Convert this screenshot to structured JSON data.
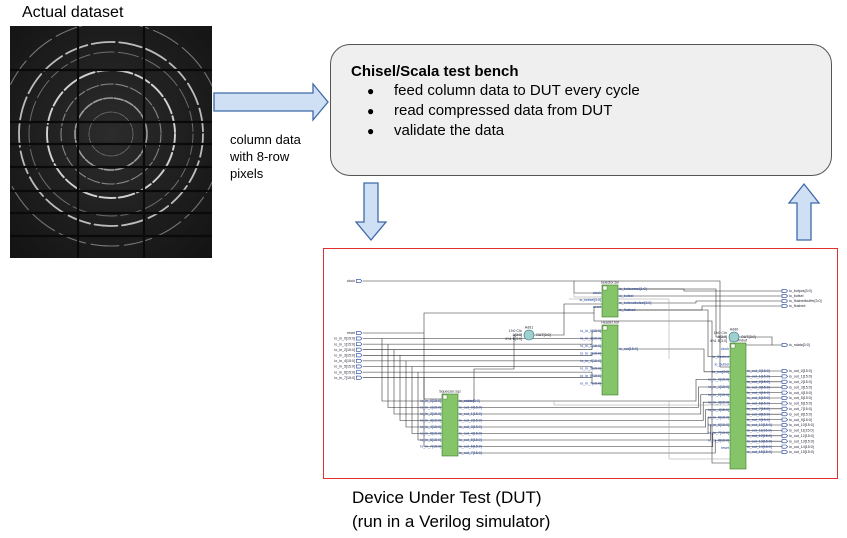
{
  "dataset": {
    "title": "Actual dataset"
  },
  "flow_label": [
    "column data",
    "with 8-row",
    "pixels"
  ],
  "test_bench": {
    "title": "Chisel/Scala test bench",
    "items": [
      "feed column data to DUT every cycle",
      "read compressed data from DUT",
      "validate the data"
    ]
  },
  "dut": {
    "caption": [
      "Device Under Test (DUT)",
      "(run in a Verilog simulator)"
    ]
  },
  "schematic": {
    "clock": "clock",
    "reset": "reset",
    "inputs": [
      "io_in_0[15:0]",
      "io_in_1[15:0]",
      "io_in_2[15:0]",
      "io_in_3[15:0]",
      "io_in_4[15:0]",
      "io_in_5[15:0]",
      "io_in_6[15:0]",
      "io_in_7[15:0]"
    ],
    "selector": {
      "name": "selector.sel",
      "ports_in": [
        "clock",
        "io_bufsel[3:0]",
        "reset"
      ],
      "ports_out": [
        "io_bufcurrsel[1:0]",
        "io_bufsel",
        "io_bufendbufsel[3:0]",
        "io_flushed"
      ]
    },
    "header": {
      "name": "Header.hdr",
      "ports_in": [
        "io_in_0[15:0]",
        "io_in_1[15:0]",
        "io_in_2[15:0]",
        "io_in_3[15:0]",
        "io_in_4[15:0]",
        "io_in_5[15:0]",
        "io_in_6[15:0]",
        "io_in_7[15:0]"
      ],
      "ports_out": [
        "io_out[15:0]"
      ]
    },
    "squeezer": {
      "name": "Squeezer.sqz",
      "ports_in": [
        "io_in_0[15:0]",
        "io_in_1[15:0]",
        "io_in_2[15:0]",
        "io_in_3[15:0]",
        "io_in_4[15:0]",
        "io_in_5[15:0]",
        "io_in_6[15:0]",
        "io_in_7[15:0]"
      ],
      "ports_out": [
        "io_ndata[3:0]",
        "io_out_0[15:0]",
        "io_out_1[15:0]",
        "io_out_2[15:0]",
        "io_out_3[15:0]",
        "io_out_4[15:0]",
        "io_out_5[15:0]",
        "io_out_6[15:0]",
        "io_out_7[15:0]"
      ]
    },
    "stbuf": {
      "name": "STBufinbuf",
      "ports_in": [
        "clock",
        "io_flushed",
        "io_bufsel",
        "io_len[3:0]",
        "io_in_0[15:0]",
        "io_in_1[15:0]",
        "io_in_2[15:0]",
        "io_in_3[15:0]",
        "io_in_4[15:0]",
        "io_in_5[15:0]",
        "io_in_6[15:0]",
        "io_in_7[15:0]",
        "io_in_8[15:0]",
        "reset"
      ],
      "ports_out": [
        "io_out_0[15:0]",
        "io_out_1[15:0]",
        "io_out_2[15:0]",
        "io_out_3[15:0]",
        "io_out_4[15:0]",
        "io_out_5[15:0]",
        "io_out_6[15:0]",
        "io_out_7[15:0]",
        "io_out_8[15:0]",
        "io_out_9[15:0]",
        "io_out_10[15:0]",
        "io_out_11[15:0]",
        "io_out_12[15:0]",
        "io_out_13[15:0]",
        "io_out_14[15:0]",
        "io_out_15[15:0]"
      ]
    },
    "adders": [
      {
        "name": "Add1",
        "i0": "1'h0 CIn",
        "i1": "A[3:0]",
        "i2": "4'h1 B[3:0]",
        "o": "OUT[3:0]"
      },
      {
        "name": "Add0",
        "i0": "1'h0 CIn",
        "i1": "A[3:0]",
        "i2": "4'h1 B[3:0]",
        "o": "OUT[3:0]"
      }
    ],
    "outputs": {
      "top": [
        "io_bufpos[3:0]",
        "io_bufsel",
        "io_flushedbuffer[3:0]",
        "io_flushed"
      ],
      "ndata": "io_ndata[3:0]",
      "out": [
        "io_out_0[15:0]",
        "io_out_1[15:0]",
        "io_out_2[15:0]",
        "io_out_3[15:0]",
        "io_out_4[15:0]",
        "io_out_5[15:0]",
        "io_out_6[15:0]",
        "io_out_7[15:0]",
        "io_out_8[15:0]",
        "io_out_9[15:0]",
        "io_out_10[15:0]",
        "io_out_11[15:0]",
        "io_out_12[15:0]",
        "io_out_13[15:0]",
        "io_out_14[15:0]",
        "io_out_15[15:0]"
      ]
    }
  }
}
